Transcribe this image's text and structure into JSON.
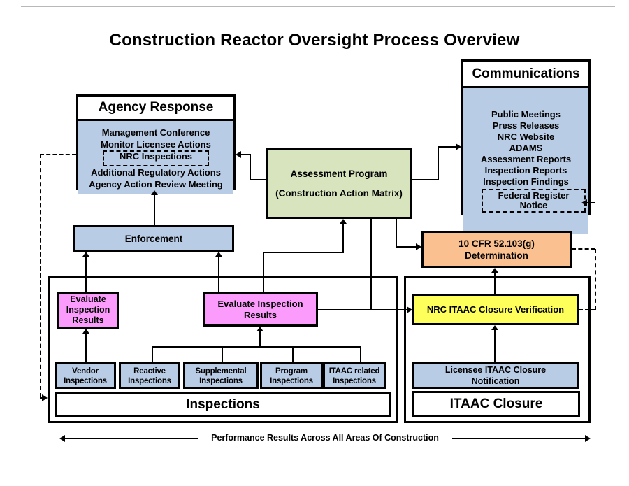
{
  "title": "Construction Reactor Oversight Process Overview",
  "agency_response": {
    "header": "Agency Response",
    "item1": "Management Conference",
    "item2": "Monitor Licensee Actions",
    "nrc_inspections": "NRC Inspections",
    "item3": "Additional Regulatory Actions",
    "item4": "Agency Action Review Meeting"
  },
  "communications": {
    "header": "Communications",
    "items": [
      "Public Meetings",
      "Press Releases",
      "NRC Website",
      "ADAMS",
      "Assessment Reports",
      "Inspection Reports",
      "Inspection Findings"
    ],
    "federal_register": "Federal Register Notice"
  },
  "assessment": {
    "title": "Assessment Program",
    "subtitle": "(Construction Action Matrix)"
  },
  "enforcement": {
    "label": "Enforcement"
  },
  "cfr": {
    "line1": "10 CFR 52.103(g)",
    "line2": "Determination"
  },
  "inspections": {
    "evaluate_left": "Evaluate Inspection Results",
    "evaluate_right": "Evaluate Inspection Results",
    "types": [
      "Vendor Inspections",
      "Reactive Inspections",
      "Supplemental Inspections",
      "Program Inspections",
      "ITAAC related Inspections"
    ],
    "label": "Inspections"
  },
  "itaac": {
    "verification": "NRC ITAAC Closure Verification",
    "notification": "Licensee ITAAC Closure Notification",
    "label": "ITAAC Closure"
  },
  "footer": {
    "label": "Performance Results Across All Areas Of Construction"
  },
  "colors": {
    "light_blue": "#b9cce5",
    "light_green": "#d7e4bd",
    "orange": "#fbc08f",
    "pink": "#fb9bfb",
    "yellow": "#ffff5c",
    "line": "#000000"
  }
}
